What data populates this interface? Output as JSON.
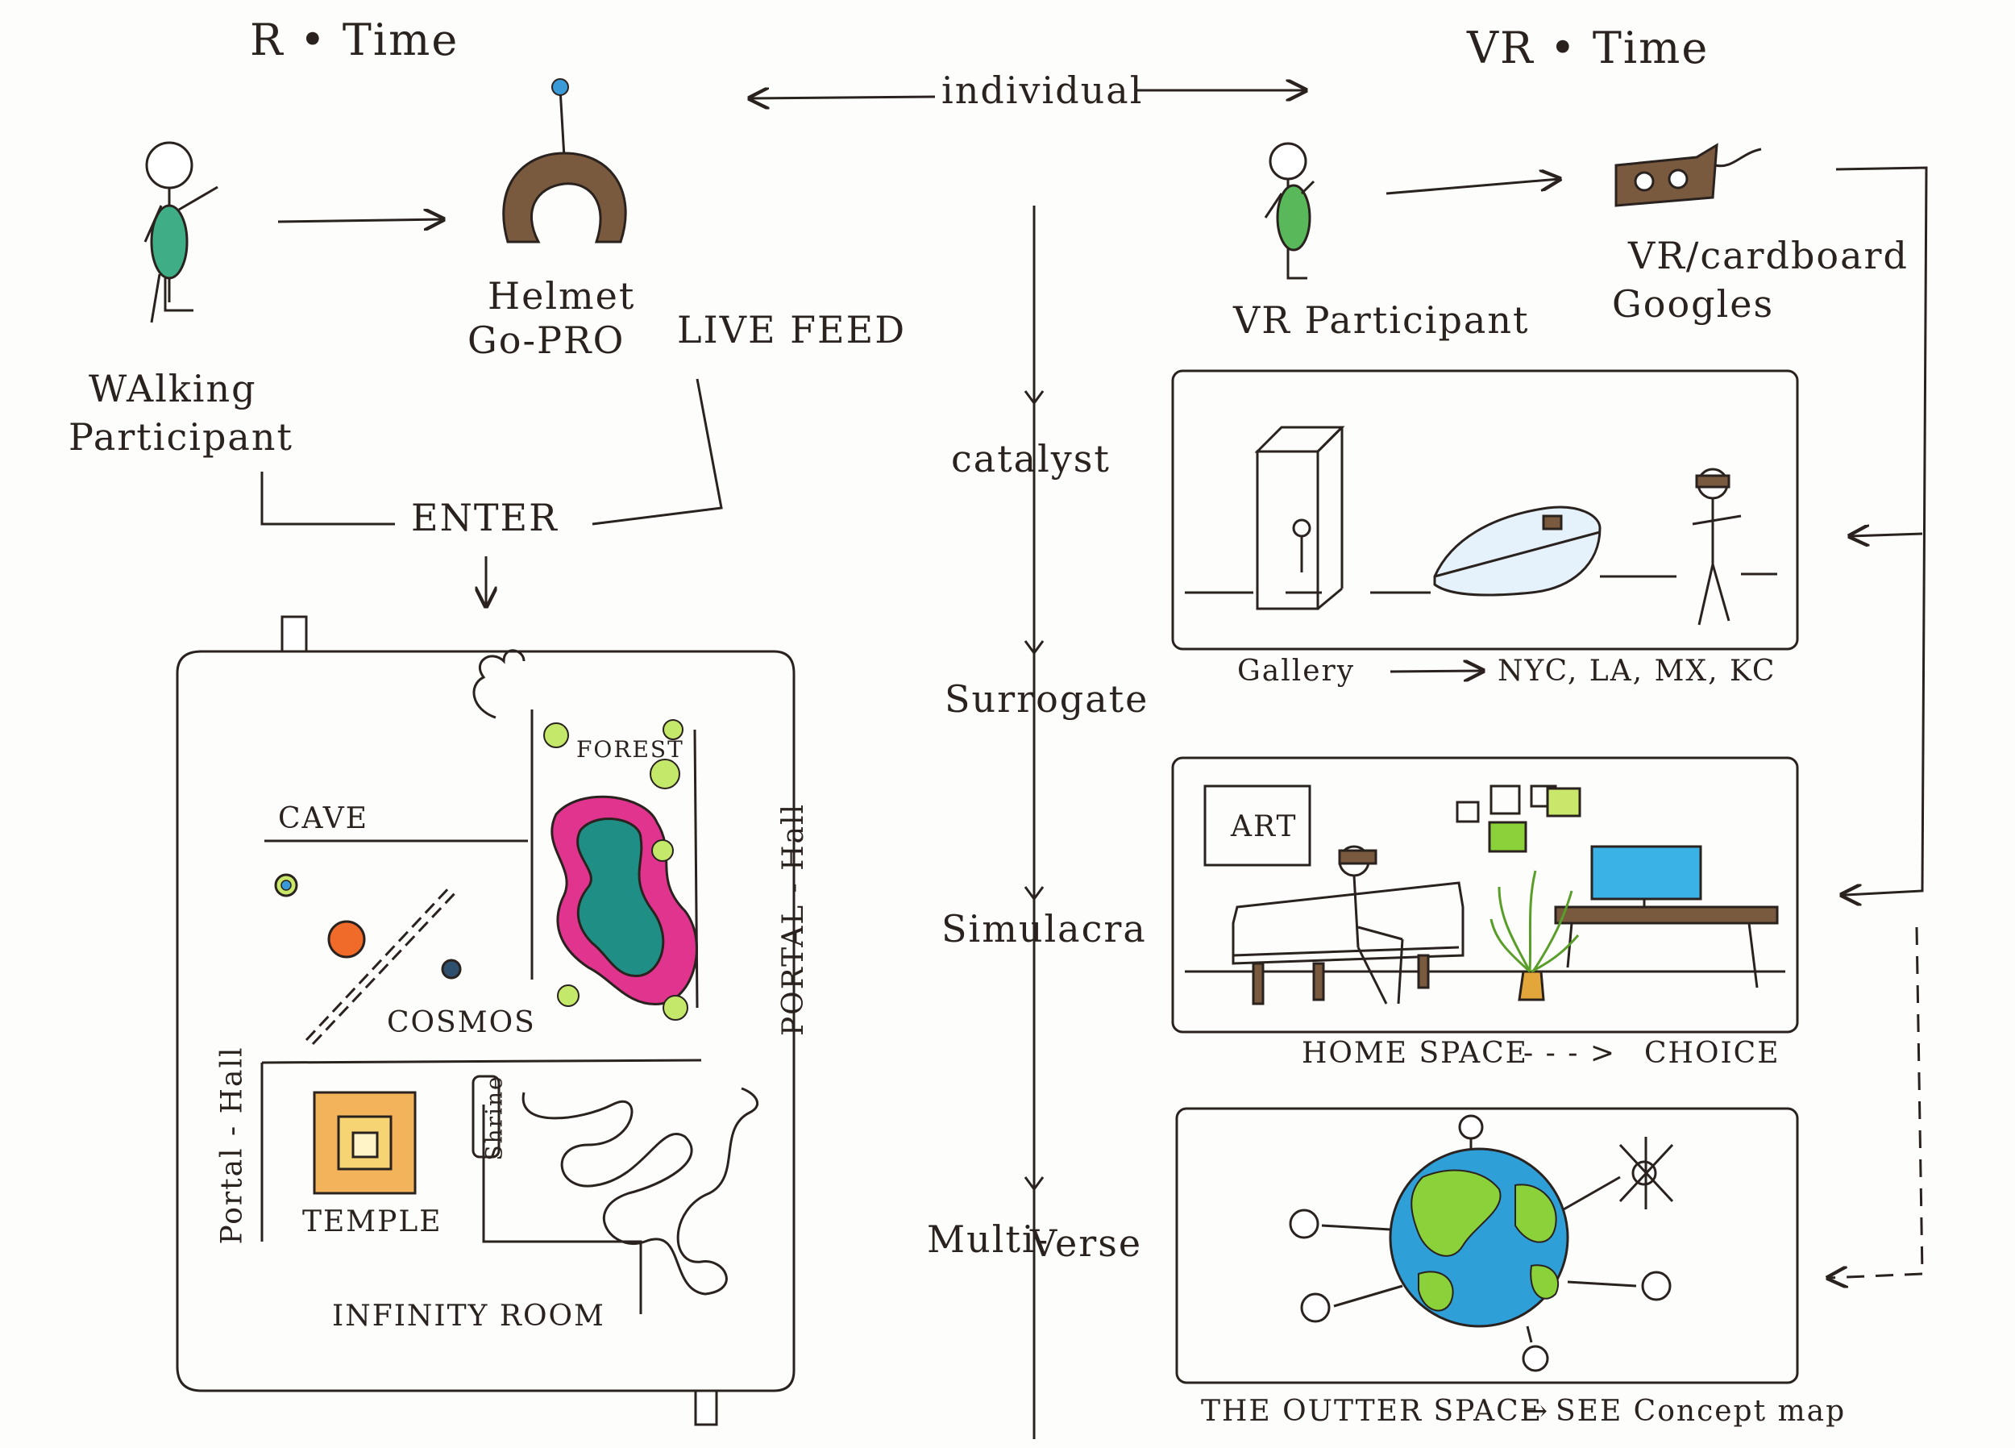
{
  "headers": {
    "left": "R • Time",
    "right": "VR • Time"
  },
  "flow": {
    "individual": "individual",
    "catalyst": "catalyst",
    "surrogate": "Surrogate",
    "simulacra": "Simulacra",
    "multiverse_a": "Multi-",
    "multiverse_b": "Verse"
  },
  "left": {
    "walking_participant_a": "WAlking",
    "walking_participant_b": "Participant",
    "helmet_a": "Helmet",
    "helmet_b": "Go-PRO",
    "live_feed": "LIVE FEED",
    "enter": "ENTER",
    "rooms": {
      "cave": "CAVE",
      "forest": "FOREST",
      "cosmos": "COSMOS",
      "portal_hall_right": "PORTAL - Hall",
      "portal_hall_left": "Portal - Hall",
      "temple": "TEMPLE",
      "shrine": "Shrine",
      "infinity_room": "INFINITY ROOM"
    }
  },
  "right": {
    "vr_participant": "VR Participant",
    "goggles_a": "VR/cardboard",
    "goggles_b": "Googles",
    "gallery": "Gallery",
    "gallery_cities": "NYC, LA, MX, KC",
    "art": "ART",
    "home_space": "HOME SPACE",
    "choice": "CHOICE",
    "outter_space": "THE OUTTER SPACE",
    "see_concept_map": "SEE Concept map"
  },
  "colors": {
    "ink": "#2a221e",
    "helmet_brown": "#7a5a3e",
    "green_body": "#3fae86",
    "forest_pink": "#e0348e",
    "forest_teal": "#1f8f86",
    "planet_orange": "#f06a2a",
    "temple_orange": "#f3b35a",
    "ocean_blue": "#2f9fd8",
    "land_green": "#8bd13a",
    "monitor_blue": "#3ab2e6"
  }
}
